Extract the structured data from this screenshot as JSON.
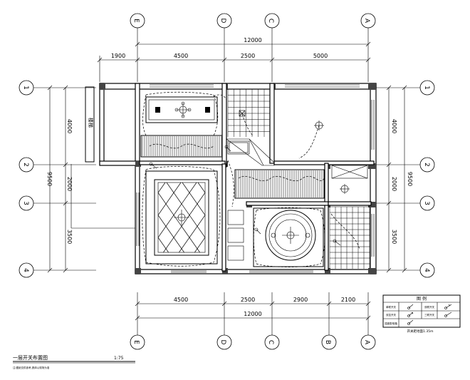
{
  "axes_top": [
    "E",
    "D",
    "C",
    "A"
  ],
  "axes_bottom": [
    "E",
    "D",
    "C",
    "B",
    "A"
  ],
  "axes_side": [
    "1",
    "2",
    "3",
    "4"
  ],
  "dims_top": {
    "total": "12000",
    "segments": [
      "1900",
      "4500",
      "2500",
      "5000"
    ]
  },
  "dims_bottom": {
    "total": "12000",
    "segments": [
      "4500",
      "2500",
      "2900",
      "2100"
    ]
  },
  "dims_left": {
    "total": "9500",
    "segments": [
      "4000",
      "2000",
      "3500"
    ]
  },
  "dims_right": {
    "total": "9500",
    "segments": [
      "4000",
      "2000",
      "3500"
    ]
  },
  "room_label": "楼梯",
  "title": "一层开关布置图",
  "scale": "1:75",
  "subtitle": "注:图纸仅供参考,具体以现场为准",
  "legend": {
    "header": "图  例",
    "rows": [
      {
        "name": "单联开关",
        "name2": "双联开关"
      },
      {
        "name": "双控开关",
        "name2": "三联开关"
      },
      {
        "name": "插座配电箱",
        "name2": ""
      }
    ],
    "note": "开关距地面1.35m"
  }
}
